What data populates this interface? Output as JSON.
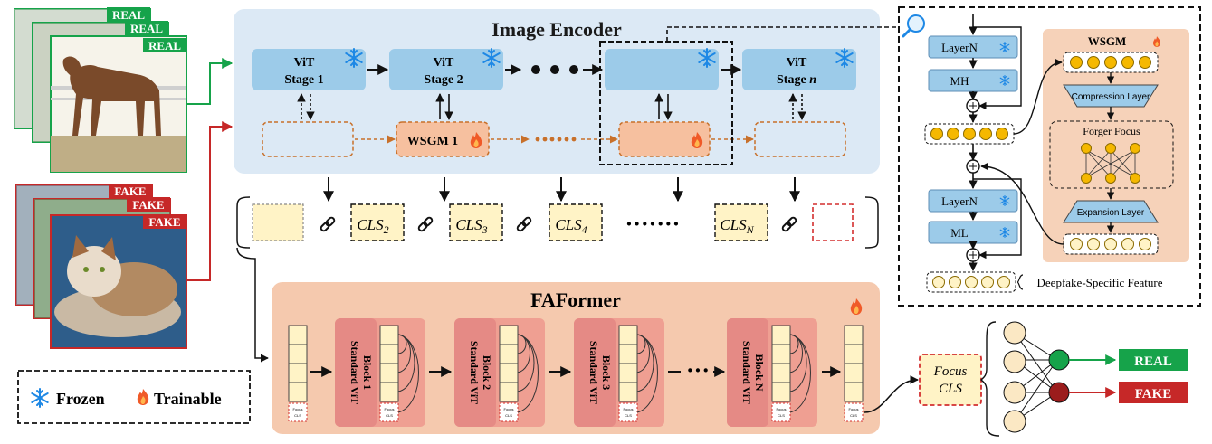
{
  "image_labels": {
    "real": "REAL",
    "fake": "FAKE"
  },
  "encoder": {
    "title": "Image Encoder",
    "stage1_l1": "ViT",
    "stage1_l2": "Stage 1",
    "stage2_l1": "ViT",
    "stage2_l2": "Stage 2",
    "stagen_l1": "ViT",
    "stagen_l2": "Stage ",
    "stagen_n": "n",
    "wsgm1": "WSGM 1"
  },
  "cls_tokens": [
    {
      "base": "CLS",
      "sub": "2"
    },
    {
      "base": "CLS",
      "sub": "3"
    },
    {
      "base": "CLS",
      "sub": "4"
    },
    {
      "base": "CLS",
      "sub": "N"
    }
  ],
  "cls_dots": "·······",
  "faformer": {
    "title": "FAFormer",
    "blocks": [
      {
        "l1": "Standard ViT",
        "l2": "Block 1"
      },
      {
        "l1": "Standard ViT",
        "l2": "Block 2"
      },
      {
        "l1": "Standard ViT",
        "l2": "Block 3"
      },
      {
        "l1": "Standard ViT",
        "l2": "Block N"
      }
    ],
    "focus_small_l1": "Focus",
    "focus_small_l2": "CLS",
    "dots": "···"
  },
  "legend": {
    "frozen": "Frozen",
    "trainable": "Trainable"
  },
  "detail": {
    "layern": "LayerN",
    "mh": "MH",
    "ml": "ML",
    "wsgm_title": "WSGM",
    "compression": "Compression Layer",
    "forger_focus": "Forger  Focus",
    "expansion": "Expansion Layer",
    "feature": "Deepfake-Specific Feature"
  },
  "output": {
    "focus_l1": "Focus",
    "focus_l2": "CLS",
    "real": "REAL",
    "fake": "FAKE"
  },
  "colors": {
    "encoder_bg": "#dce9f5",
    "stage_blue": "#9ccbe9",
    "faformer_bg": "#f5c9ae",
    "wsgm_orange": "#f6c09f",
    "block_red": "#e58a85",
    "token_yellow": "#fff3c6",
    "snow_blue": "#1e88e5",
    "real_green": "#16a34a",
    "fake_red": "#c62828",
    "arrow_orange": "#c8702a"
  }
}
